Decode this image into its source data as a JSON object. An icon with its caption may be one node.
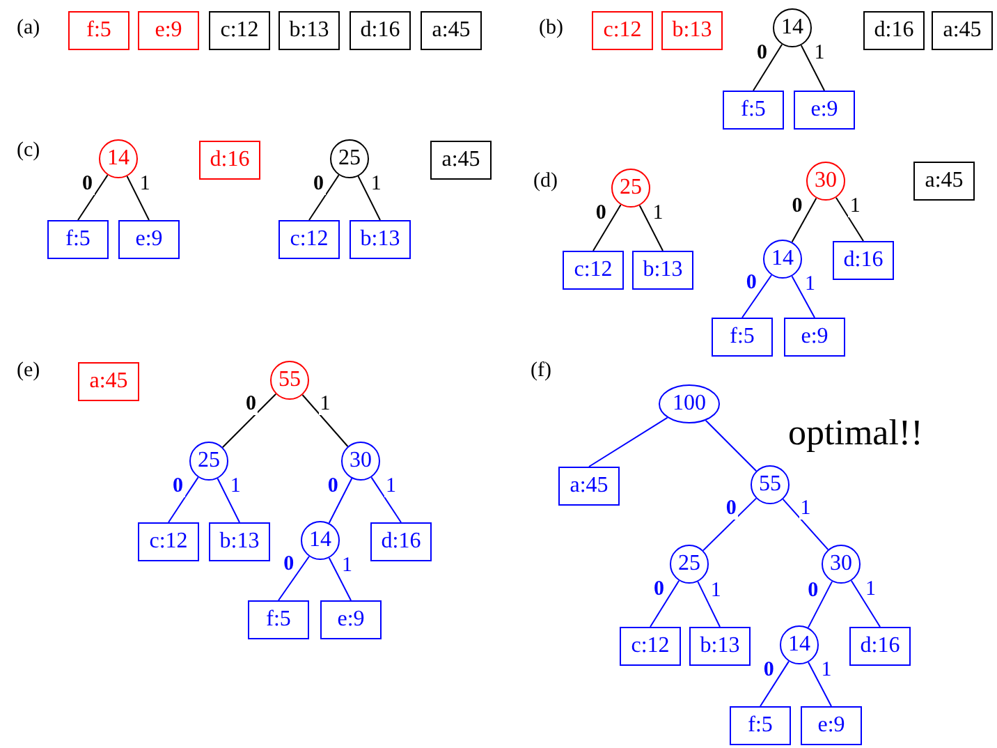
{
  "diagram": {
    "nodes": [
      {
        "text": [
          "f:5"
        ]
      },
      {
        "text": [
          "e:9"
        ]
      },
      {
        "text": [
          "c:12"
        ]
      },
      {
        "text": [
          "b:13"
        ]
      },
      {
        "text": [
          "d:16"
        ]
      },
      {
        "text": [
          "a:45"
        ]
      },
      {
        "text": [
          "c:12"
        ]
      },
      {
        "text": [
          "b:13"
        ]
      },
      {
        "text": [
          "14"
        ]
      },
      {
        "text": [
          "d:16"
        ]
      },
      {
        "text": [
          "a:45"
        ]
      },
      {
        "text": [
          "f:5"
        ]
      },
      {
        "text": [
          "e:9"
        ]
      },
      {
        "text": [
          "14"
        ]
      },
      {
        "text": [
          "d:16"
        ]
      },
      {
        "text": [
          "25"
        ]
      },
      {
        "text": [
          "a:45"
        ]
      },
      {
        "text": [
          "f:5"
        ]
      },
      {
        "text": [
          "e:9"
        ]
      },
      {
        "text": [
          "c:12"
        ]
      },
      {
        "text": [
          "b:13"
        ]
      },
      {
        "text": [
          "25"
        ]
      },
      {
        "text": [
          "30"
        ]
      },
      {
        "text": [
          "a:45"
        ]
      },
      {
        "text": [
          "c:12"
        ]
      },
      {
        "text": [
          "b:13"
        ]
      },
      {
        "text": [
          "14"
        ]
      },
      {
        "text": [
          "d:16"
        ]
      },
      {
        "text": [
          "f:5"
        ]
      },
      {
        "text": [
          "e:9"
        ]
      },
      {
        "text": [
          "a:45"
        ]
      },
      {
        "text": [
          "55"
        ]
      },
      {
        "text": [
          "25"
        ]
      },
      {
        "text": [
          "30"
        ]
      },
      {
        "text": [
          "c:12"
        ]
      },
      {
        "text": [
          "b:13"
        ]
      },
      {
        "text": [
          "14"
        ]
      },
      {
        "text": [
          "d:16"
        ]
      },
      {
        "text": [
          "f:5"
        ]
      },
      {
        "text": [
          "e:9"
        ]
      },
      {
        "text": [
          "100"
        ]
      },
      {
        "text": [
          "a:45"
        ]
      },
      {
        "text": [
          "55"
        ]
      },
      {
        "text": [
          "25"
        ]
      },
      {
        "text": [
          "30"
        ]
      },
      {
        "text": [
          "c:12"
        ]
      },
      {
        "text": [
          "b:13"
        ]
      },
      {
        "text": [
          "14"
        ]
      },
      {
        "text": [
          "d:16"
        ]
      },
      {
        "text": [
          "f:5"
        ]
      },
      {
        "text": [
          "e:9"
        ]
      }
    ],
    "edges": [
      {
        "from": 8,
        "to": 11,
        "arrow": "none",
        "label": "0",
        "color": "#000000"
      },
      {
        "from": 8,
        "to": 12,
        "arrow": "none",
        "label": "1",
        "color": "#000000"
      },
      {
        "from": 13,
        "to": 17,
        "arrow": "none",
        "label": "0",
        "color": "#000000"
      },
      {
        "from": 13,
        "to": 18,
        "arrow": "none",
        "label": "1",
        "color": "#000000"
      },
      {
        "from": 15,
        "to": 19,
        "arrow": "none",
        "label": "0",
        "color": "#000000"
      },
      {
        "from": 15,
        "to": 20,
        "arrow": "none",
        "label": "1",
        "color": "#000000"
      },
      {
        "from": 21,
        "to": 24,
        "arrow": "none",
        "label": "0",
        "color": "#000000"
      },
      {
        "from": 21,
        "to": 25,
        "arrow": "none",
        "label": "1",
        "color": "#000000"
      },
      {
        "from": 22,
        "to": 26,
        "arrow": "none",
        "label": "0",
        "color": "#000000"
      },
      {
        "from": 22,
        "to": 27,
        "arrow": "none",
        "label": "1",
        "color": "#000000"
      },
      {
        "from": 26,
        "to": 28,
        "arrow": "none",
        "label": "0"
      },
      {
        "from": 26,
        "to": 29,
        "arrow": "none",
        "label": "1"
      },
      {
        "from": 31,
        "to": 32,
        "arrow": "none",
        "label": "0",
        "color": "#000000"
      },
      {
        "from": 31,
        "to": 33,
        "arrow": "none",
        "label": "1",
        "color": "#000000"
      },
      {
        "from": 32,
        "to": 34,
        "arrow": "none",
        "label": "0"
      },
      {
        "from": 32,
        "to": 35,
        "arrow": "none",
        "label": "1"
      },
      {
        "from": 33,
        "to": 36,
        "arrow": "none",
        "label": "0"
      },
      {
        "from": 33,
        "to": 37,
        "arrow": "none",
        "label": "1"
      },
      {
        "from": 36,
        "to": 38,
        "arrow": "none",
        "label": "0"
      },
      {
        "from": 36,
        "to": 39,
        "arrow": "none",
        "label": "1"
      },
      {
        "from": 40,
        "to": 41,
        "arrow": "none"
      },
      {
        "from": 40,
        "to": 42,
        "arrow": "none"
      },
      {
        "from": 42,
        "to": 43,
        "arrow": "none",
        "label": "0"
      },
      {
        "from": 42,
        "to": 44,
        "arrow": "none",
        "label": "1"
      },
      {
        "from": 43,
        "to": 45,
        "arrow": "none",
        "label": "0"
      },
      {
        "from": 43,
        "to": 46,
        "arrow": "none",
        "label": "1"
      },
      {
        "from": 44,
        "to": 47,
        "arrow": "none",
        "label": "0"
      },
      {
        "from": 44,
        "to": 48,
        "arrow": "none",
        "label": "1"
      },
      {
        "from": 47,
        "to": 49,
        "arrow": "none",
        "label": "0"
      },
      {
        "from": 47,
        "to": 50,
        "arrow": "none",
        "label": "1"
      }
    ],
    "labels": [
      "(a)",
      "(b)",
      "(c)",
      "(d)",
      "(e)",
      "(f)",
      "optimal!!"
    ]
  }
}
